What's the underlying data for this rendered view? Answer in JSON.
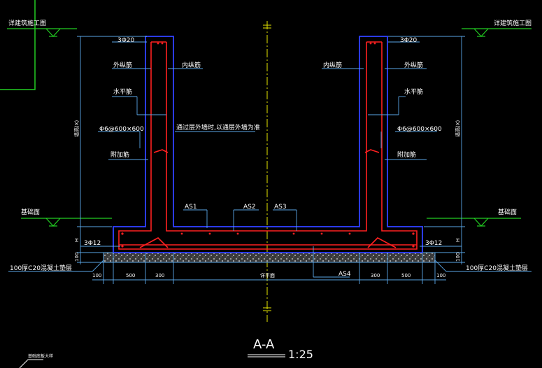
{
  "labels": {
    "left_ground_top": "详建筑施工图",
    "right_ground_top": "详建筑施工图",
    "rebar_top_left": "3Φ20",
    "rebar_top_right": "3Φ20",
    "outer_bar_left": "外纵筋",
    "inner_bar_left": "内纵筋",
    "inner_bar_right": "内纵筋",
    "outer_bar_right": "外纵筋",
    "horiz_bar_left": "水平筋",
    "horiz_bar_right": "水平筋",
    "tie_left": "Φ6@600×600",
    "tie_right": "Φ6@600×600",
    "note_center": "通过层外墙时,以通层外墙为准",
    "add_bar_left": "附加筋",
    "add_bar_right": "附加筋",
    "height_left": "墙高(X)",
    "height_right": "墙高(X)",
    "base_left": "基础面",
    "base_right": "基础面",
    "as1": "AS1",
    "as2": "AS2",
    "as3": "AS3",
    "as4": "AS4",
    "bottom_bar_left": "3Φ12",
    "bottom_bar_right": "3Φ12",
    "h_left": "H",
    "h_right": "H",
    "cushion_h_left": "100",
    "cushion_h_right": "100",
    "cushion_left": "100厚C20混凝土垫层",
    "cushion_right": "100厚C20混凝土垫层",
    "dim_100_left": "100",
    "dim_500_left": "500",
    "dim_300_left": "300",
    "dim_center": "详平面",
    "dim_300_right": "300",
    "dim_500_right": "500",
    "dim_100_right": "100",
    "section_title": "A-A",
    "section_scale": "1:25",
    "corner_note": "基础底板大样"
  },
  "colors": {
    "background": "#000000",
    "dimension": "#5aa6e6",
    "rebar": "#ff2020",
    "outline": "#2b3bff",
    "ground": "#22cc22",
    "axis": "#e6e600",
    "text": "#ffffff"
  }
}
